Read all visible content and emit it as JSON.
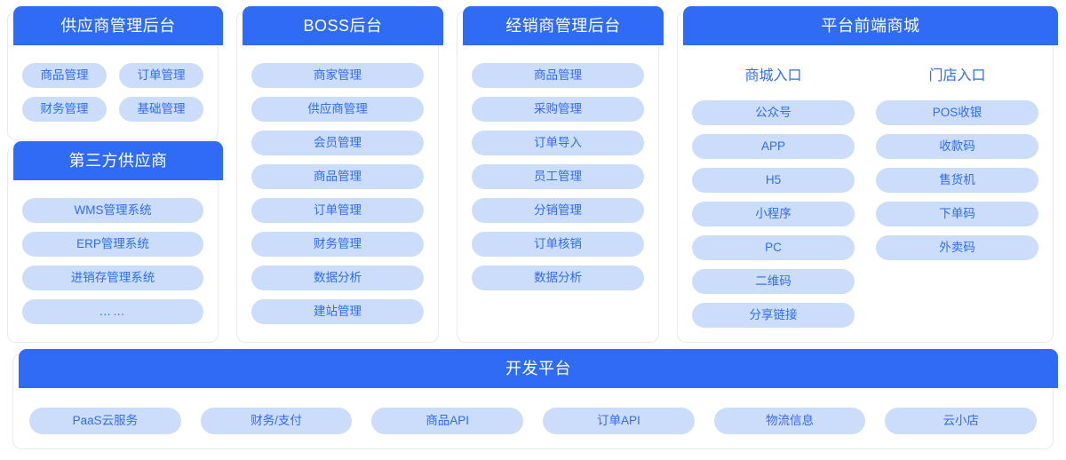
{
  "theme": {
    "header_blue": "#2f6bf5",
    "pill_bg": "#ccddfb",
    "pill_text": "#2f6bf5",
    "card_border": "#e8eaee",
    "page_bg": "#ffffff",
    "header_text": "#ffffff"
  },
  "cards": {
    "supplier_admin": {
      "title": "供应商管理后台",
      "items": [
        "商品管理",
        "订单管理",
        "财务管理",
        "基础管理"
      ]
    },
    "third_party_supplier": {
      "title": "第三方供应商",
      "items": [
        "WMS管理系统",
        "ERP管理系统",
        "进销存管理系统",
        "……"
      ]
    },
    "boss_admin": {
      "title": "BOSS后台",
      "items": [
        "商家管理",
        "供应商管理",
        "会员管理",
        "商品管理",
        "订单管理",
        "财务管理",
        "数据分析",
        "建站管理"
      ]
    },
    "dealer_admin": {
      "title": "经销商管理后台",
      "items": [
        "商品管理",
        "采购管理",
        "订单导入",
        "员工管理",
        "分销管理",
        "订单核销",
        "数据分析"
      ]
    },
    "platform_frontend": {
      "title": "平台前端商城",
      "columns": [
        {
          "title": "商城入口",
          "items": [
            "公众号",
            "APP",
            "H5",
            "小程序",
            "PC",
            "二维码",
            "分享链接"
          ]
        },
        {
          "title": "门店入口",
          "items": [
            "POS收银",
            "收款码",
            "售货机",
            "下单码",
            "外卖码"
          ]
        }
      ]
    },
    "dev_platform": {
      "title": "开发平台",
      "items": [
        "PaaS云服务",
        "财务/支付",
        "商品API",
        "订单API",
        "物流信息",
        "云小店"
      ]
    }
  }
}
